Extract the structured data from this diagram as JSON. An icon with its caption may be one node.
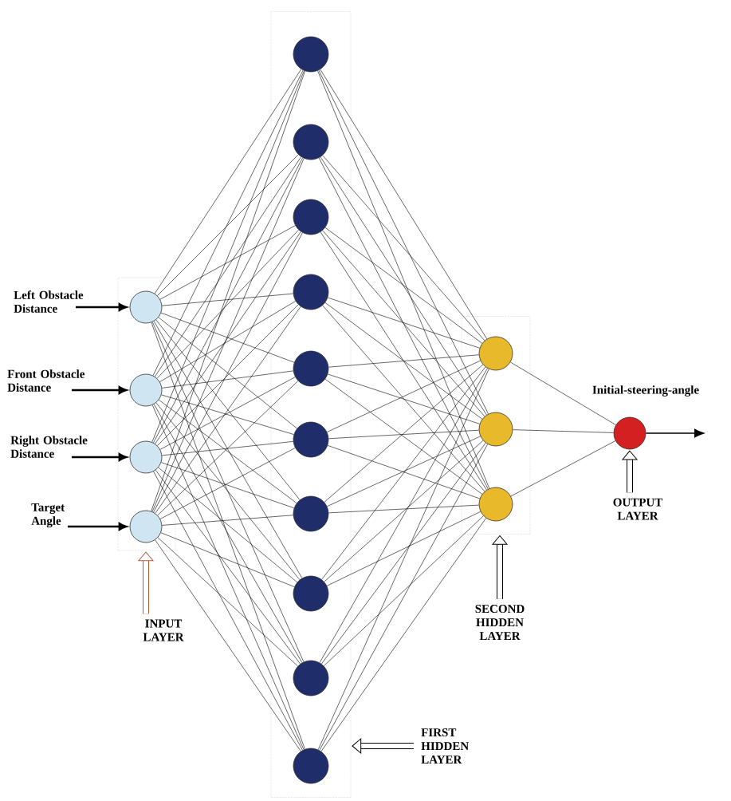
{
  "diagram": {
    "nodes": [
      {
        "text": [],
        "shape": "box"
      },
      {
        "text": [],
        "shape": "circle",
        "in": 0
      },
      {
        "text": [],
        "shape": "circle",
        "in": 0
      },
      {
        "text": [],
        "shape": "circle",
        "in": 0
      },
      {
        "text": [],
        "shape": "circle",
        "in": 0
      },
      {
        "text": [],
        "shape": "box"
      },
      {
        "text": [],
        "shape": "circle",
        "in": 5
      },
      {
        "text": [],
        "shape": "circle",
        "in": 5
      },
      {
        "text": [],
        "shape": "circle",
        "in": 5
      },
      {
        "text": [],
        "shape": "circle",
        "in": 5
      },
      {
        "text": [],
        "shape": "circle",
        "in": 5
      },
      {
        "text": [],
        "shape": "circle",
        "in": 5
      },
      {
        "text": [],
        "shape": "circle",
        "in": 5
      },
      {
        "text": [],
        "shape": "circle",
        "in": 5
      },
      {
        "text": [],
        "shape": "circle",
        "in": 5
      },
      {
        "text": [],
        "shape": "circle",
        "in": 5
      },
      {
        "text": [],
        "shape": "box"
      },
      {
        "text": [],
        "shape": "circle",
        "in": 16
      },
      {
        "text": [],
        "shape": "circle",
        "in": 16
      },
      {
        "text": [],
        "shape": "circle",
        "in": 16
      },
      {
        "text": [],
        "shape": "circle"
      },
      {
        "text": [
          "Left Obstacle Distance"
        ]
      },
      {
        "text": [
          "Front Obstacle Distance"
        ]
      },
      {
        "text": [
          "Right Obstacle Distance"
        ]
      },
      {
        "text": [
          "Target Angle"
        ]
      },
      {
        "text": [
          "INPUT LAYER"
        ]
      },
      {
        "text": [
          "FIRST HIDDEN LAYER"
        ]
      },
      {
        "text": [
          "SECOND HIDDEN LAYER"
        ]
      },
      {
        "text": [
          "OUTPUT LAYER"
        ]
      }
    ],
    "edges": [
      {
        "from": 21,
        "to": 1,
        "arrow": "to",
        "style": "thick"
      },
      {
        "from": 22,
        "to": 2,
        "arrow": "to",
        "style": "thick"
      },
      {
        "from": 23,
        "to": 3,
        "arrow": "to",
        "style": "thick"
      },
      {
        "from": 24,
        "to": 4,
        "arrow": "to",
        "style": "thick"
      },
      {
        "from": 1,
        "to": 6,
        "arrow": "none"
      },
      {
        "from": 1,
        "to": 7,
        "arrow": "none"
      },
      {
        "from": 1,
        "to": 8,
        "arrow": "none"
      },
      {
        "from": 1,
        "to": 9,
        "arrow": "none"
      },
      {
        "from": 1,
        "to": 10,
        "arrow": "none"
      },
      {
        "from": 1,
        "to": 11,
        "arrow": "none"
      },
      {
        "from": 1,
        "to": 12,
        "arrow": "none"
      },
      {
        "from": 1,
        "to": 13,
        "arrow": "none"
      },
      {
        "from": 1,
        "to": 14,
        "arrow": "none"
      },
      {
        "from": 1,
        "to": 15,
        "arrow": "none"
      },
      {
        "from": 2,
        "to": 6,
        "arrow": "none"
      },
      {
        "from": 2,
        "to": 7,
        "arrow": "none"
      },
      {
        "from": 2,
        "to": 8,
        "arrow": "none"
      },
      {
        "from": 2,
        "to": 9,
        "arrow": "none"
      },
      {
        "from": 2,
        "to": 10,
        "arrow": "none"
      },
      {
        "from": 2,
        "to": 11,
        "arrow": "none"
      },
      {
        "from": 2,
        "to": 12,
        "arrow": "none"
      },
      {
        "from": 2,
        "to": 13,
        "arrow": "none"
      },
      {
        "from": 2,
        "to": 14,
        "arrow": "none"
      },
      {
        "from": 2,
        "to": 15,
        "arrow": "none"
      },
      {
        "from": 3,
        "to": 6,
        "arrow": "none"
      },
      {
        "from": 3,
        "to": 7,
        "arrow": "none"
      },
      {
        "from": 3,
        "to": 8,
        "arrow": "none"
      },
      {
        "from": 3,
        "to": 9,
        "arrow": "none"
      },
      {
        "from": 3,
        "to": 10,
        "arrow": "none"
      },
      {
        "from": 3,
        "to": 11,
        "arrow": "none"
      },
      {
        "from": 3,
        "to": 12,
        "arrow": "none"
      },
      {
        "from": 3,
        "to": 13,
        "arrow": "none"
      },
      {
        "from": 3,
        "to": 14,
        "arrow": "none"
      },
      {
        "from": 3,
        "to": 15,
        "arrow": "none"
      },
      {
        "from": 4,
        "to": 6,
        "arrow": "none"
      },
      {
        "from": 4,
        "to": 7,
        "arrow": "none"
      },
      {
        "from": 4,
        "to": 8,
        "arrow": "none"
      },
      {
        "from": 4,
        "to": 9,
        "arrow": "none"
      },
      {
        "from": 4,
        "to": 10,
        "arrow": "none"
      },
      {
        "from": 4,
        "to": 11,
        "arrow": "none"
      },
      {
        "from": 4,
        "to": 12,
        "arrow": "none"
      },
      {
        "from": 4,
        "to": 13,
        "arrow": "none"
      },
      {
        "from": 4,
        "to": 14,
        "arrow": "none"
      },
      {
        "from": 4,
        "to": 15,
        "arrow": "none"
      },
      {
        "from": 6,
        "to": 17,
        "arrow": "none"
      },
      {
        "from": 6,
        "to": 18,
        "arrow": "none"
      },
      {
        "from": 6,
        "to": 19,
        "arrow": "none"
      },
      {
        "from": 7,
        "to": 17,
        "arrow": "none"
      },
      {
        "from": 7,
        "to": 18,
        "arrow": "none"
      },
      {
        "from": 7,
        "to": 19,
        "arrow": "none"
      },
      {
        "from": 8,
        "to": 17,
        "arrow": "none"
      },
      {
        "from": 8,
        "to": 18,
        "arrow": "none"
      },
      {
        "from": 8,
        "to": 19,
        "arrow": "none"
      },
      {
        "from": 9,
        "to": 17,
        "arrow": "none"
      },
      {
        "from": 9,
        "to": 18,
        "arrow": "none"
      },
      {
        "from": 9,
        "to": 19,
        "arrow": "none"
      },
      {
        "from": 10,
        "to": 17,
        "arrow": "none"
      },
      {
        "from": 10,
        "to": 18,
        "arrow": "none"
      },
      {
        "from": 10,
        "to": 19,
        "arrow": "none"
      },
      {
        "from": 11,
        "to": 17,
        "arrow": "none"
      },
      {
        "from": 11,
        "to": 18,
        "arrow": "none"
      },
      {
        "from": 11,
        "to": 19,
        "arrow": "none"
      },
      {
        "from": 12,
        "to": 17,
        "arrow": "none"
      },
      {
        "from": 12,
        "to": 18,
        "arrow": "none"
      },
      {
        "from": 12,
        "to": 19,
        "arrow": "none"
      },
      {
        "from": 13,
        "to": 17,
        "arrow": "none"
      },
      {
        "from": 13,
        "to": 18,
        "arrow": "none"
      },
      {
        "from": 13,
        "to": 19,
        "arrow": "none"
      },
      {
        "from": 14,
        "to": 17,
        "arrow": "none"
      },
      {
        "from": 14,
        "to": 18,
        "arrow": "none"
      },
      {
        "from": 14,
        "to": 19,
        "arrow": "none"
      },
      {
        "from": 15,
        "to": 17,
        "arrow": "none"
      },
      {
        "from": 15,
        "to": 18,
        "arrow": "none"
      },
      {
        "from": 15,
        "to": 19,
        "arrow": "none"
      },
      {
        "from": 17,
        "to": 20,
        "arrow": "none"
      },
      {
        "from": 18,
        "to": 20,
        "arrow": "none"
      },
      {
        "from": 19,
        "to": 20,
        "arrow": "none"
      },
      {
        "from": 20,
        "to": null,
        "arrow": "to",
        "label": "Initial-steering-angle"
      },
      {
        "from": 25,
        "to": 0,
        "arrow": "to",
        "style": "thick",
        "color": "#b05a3c"
      },
      {
        "from": 26,
        "to": 5,
        "arrow": "to",
        "style": "thick"
      },
      {
        "from": 27,
        "to": 16,
        "arrow": "to",
        "style": "thick"
      },
      {
        "from": 28,
        "to": 20,
        "arrow": "to",
        "style": "thick"
      }
    ]
  }
}
